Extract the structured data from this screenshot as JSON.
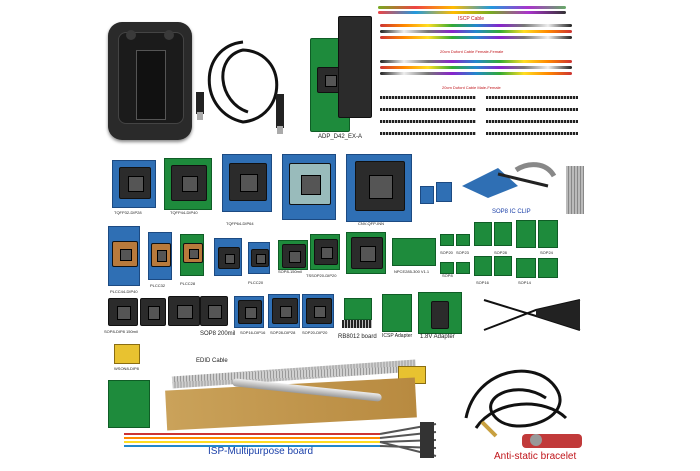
{
  "labels": {
    "adapter_main": "ADP_D42_EX-A",
    "isp_cable": "ISCP Cable",
    "female_cable": "20cm Dufont Cable Female-Female",
    "male_cable": "20cm Dufont Cable Male-Female",
    "sop8_clip": "SOP8 IC CLIP",
    "tqfp32": "TQFP32-DIP28",
    "tqfp44": "TQFP44-DIP40",
    "tqfp64": "TQFP64-DIP64",
    "cnv": "CNV-QFP-INN",
    "plcc44": "PLCC44-DIP40",
    "plcc32": "PLCC32",
    "plcc28": "PLCC28",
    "plcc20": "PLCC20",
    "sop8_150": "SOP8-150mil",
    "tssop": "TSSOP20-DIP20",
    "npce": "NPCE285-300 V1.1",
    "sop20": "SOP20",
    "sop28": "SOP28",
    "sop24": "SOP24",
    "sop8_200": "SOP8 200mil",
    "sop16": "SOP16",
    "sop14": "SOP14",
    "sop8": "SOP8",
    "sop23": "SOP23",
    "sop16_dip16": "SOP16-DIP16",
    "sop28_dip28": "SOP28-DIP28",
    "sop20_dip20": "SOP20-DIP20",
    "sop8_dip8": "SOP8-DIP8 150mil",
    "rb8012": "RB8012 board",
    "icsp_adapter": "ICSP Adapter",
    "adapter_18v": "1.8V Adapter",
    "edid": "EDID Cable",
    "wson": "WSON8-DIP8",
    "isp_board": "ISP-Multipurpose board",
    "bracelet": "Anti-static bracelet"
  },
  "colors": {
    "board_green": "#1e8b3c",
    "board_blue": "#2f6fb4",
    "programmer_body": "#2a2a2a",
    "label_blue": "#1a3fa8",
    "label_red": "#c0141a"
  },
  "icons": [
    "programmer-device",
    "usb-cable",
    "adapter-board",
    "ribbon-cable",
    "ic-clip",
    "anti-static-bracelet"
  ]
}
